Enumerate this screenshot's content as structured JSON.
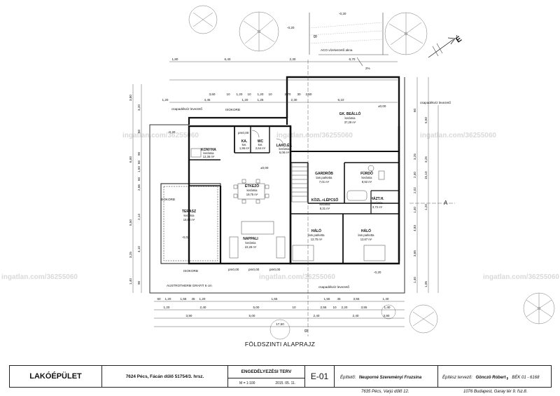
{
  "watermark": "ingatlan.com/36255060",
  "plan_title": "FÖLDSZINTI ALAPRAJZ",
  "north_label": "É",
  "title_block": {
    "building": "LAKÓÉPÜLET",
    "address": "7624 Pécs, Fácán dűlő 51754/3. hrsz.",
    "plan_type": "ENGEDÉLYEZÉSI TERV",
    "scale": "M = 1:100",
    "date": "2015. 05. 11.",
    "drawing_no": "E-01",
    "client_label": "Építtető:",
    "client_name": "Neuporné Szereményi Fruzsina",
    "client_address": "7635 Pécs, Varjú dűlő 12.",
    "designer_label": "Építész tervező:",
    "designer_name": "Gönczö Róbert",
    "designer_reg": "BÉK 01 - 6168",
    "designer_address": "1076 Budapest, Garay tér 9. fsz.8."
  },
  "rooms": {
    "konyha": {
      "name": "KONYHA",
      "floor": "kerámia",
      "area": "12,36 m²"
    },
    "kamra": {
      "name": "KA.",
      "floor": "ker.",
      "area": "1,96 m²"
    },
    "wc": {
      "name": "WC",
      "floor": "ker.",
      "area": "2,64 m²"
    },
    "lakoter": {
      "name": "LAKÓ.ÉT.",
      "floor": "kerámia",
      "area": "6,08 m²"
    },
    "gkbeallo": {
      "name": "GK. BEÁLLÓ",
      "floor": "kerámia",
      "area": "37,29 m²"
    },
    "etkezo": {
      "name": "ÉTKEZŐ",
      "floor": "kerámia",
      "area": "19,75 m²"
    },
    "gardrob": {
      "name": "GARDRÓB",
      "floor": "lam.parketta",
      "area": "7,01 m²"
    },
    "furdo": {
      "name": "FÜRDŐ",
      "floor": "kerámia",
      "area": "8,92 m²"
    },
    "haztech": {
      "name": "HÁZT.H.",
      "floor": "kerámia",
      "area": "3,72 m²"
    },
    "kozl": {
      "name": "KÖZL.+LÉPCSŐ",
      "floor": "kerámia",
      "area": "8,31 m²"
    },
    "terasz": {
      "name": "TERASZ",
      "floor": "kerámia",
      "area": "18,88 m²"
    },
    "nappali": {
      "name": "NAPPALI",
      "floor": "kerámia",
      "area": "22,28 m²"
    },
    "halo1": {
      "name": "HÁLÓ",
      "floor": "lam.parketta",
      "area": "12,75 m²"
    },
    "halo2": {
      "name": "HÁLÓ",
      "floor": "lam.parketta",
      "area": "12,67 m²"
    }
  },
  "labels": {
    "aco": "ACO vízelvezető akna",
    "slope": "2%",
    "csap1": "csapadékvíz levezető",
    "csap2": "csapadékvíz levezető",
    "csap3": "csapadékvíz levezető",
    "isokorb1": "ISOKORB",
    "isokorb2": "ISOKORB",
    "isokorb3": "ISOKORB",
    "austro": "AUSTROTHERM GRAFIT 6 cm",
    "lev_m020_a": "-0,20",
    "lev_m020_b": "-0,20",
    "lev_m020_c": "-0,20",
    "lev_m020_d": "-0,20",
    "lev_m002": "-0,02",
    "lev_000_gk": "±0,00",
    "lev_000_et": "±0,00",
    "pm1": "pm0,00",
    "pm2": "pm0,00",
    "pm3": "pm0,00",
    "pm4": "pm0,00",
    "section_a": "A",
    "section_b1": "B",
    "section_b2": "B"
  },
  "dimensions": {
    "top1": [
      "1,80",
      "6,40",
      "2,30",
      "6,70"
    ],
    "top2": [
      "3,60",
      "10",
      "1,20",
      "10",
      "1,20",
      "10",
      "2,70",
      "30",
      "2,50"
    ],
    "top3": [
      "1,20",
      "4,45",
      "1,20",
      "1,25",
      "2,30",
      "6,10"
    ],
    "bot1": [
      "60",
      "1,20",
      "1,55",
      "45",
      "1,20",
      "1,55",
      "1,55",
      "45",
      "3,55",
      "1,40"
    ],
    "bot2": [
      "1,20",
      "2,40",
      "5,00",
      "10",
      "2,55",
      "10",
      "2,20",
      "3,55",
      "1,40"
    ],
    "bot3": [
      "3,90",
      "5,00",
      "2,40",
      "2,40",
      "3,90"
    ],
    "total": "17,50",
    "left_outer": [
      "3,80",
      "6,00",
      "5,50",
      "3,25",
      "1,40"
    ],
    "left_inner": [
      "3,20",
      "60",
      "90",
      "60",
      "1,50",
      "60",
      "2,66",
      "2,14",
      "4,10",
      "90"
    ],
    "right_outer": [
      "5,50",
      "3,25",
      "15,10",
      "1,20",
      "1,05"
    ],
    "right_inner": [
      "60",
      "3,25",
      "2,40",
      "2,02",
      "1,40",
      "4,83",
      "3,65",
      "1,40"
    ]
  }
}
